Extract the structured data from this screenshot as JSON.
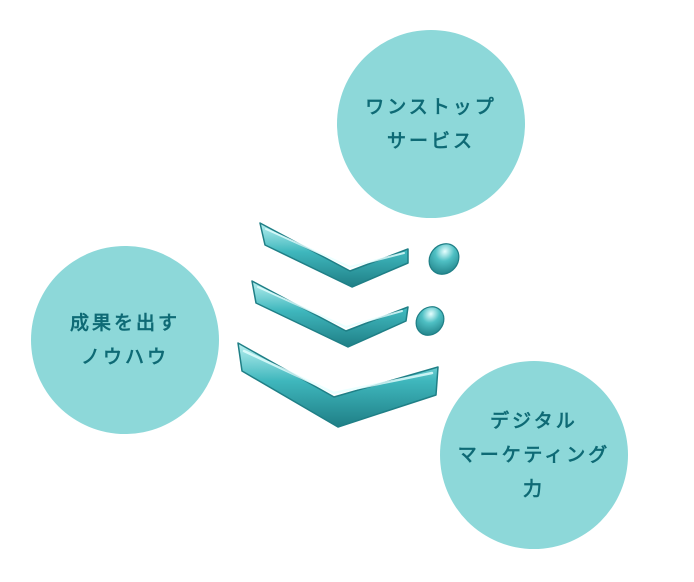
{
  "colors": {
    "circle_fill": "#8dd8d9",
    "text": "#0e6a75",
    "chevron_light": "#b8f0f0",
    "chevron_mid": "#3fb7bd",
    "chevron_dark": "#1f7f86"
  },
  "circles": {
    "top": {
      "label": "ワンストップ\nサービス"
    },
    "left": {
      "label": "成果を出す\nノウハウ"
    },
    "right": {
      "label": "デジタル\nマーケティング\n力"
    }
  },
  "center_icon": "chevron-stack-logo-icon"
}
